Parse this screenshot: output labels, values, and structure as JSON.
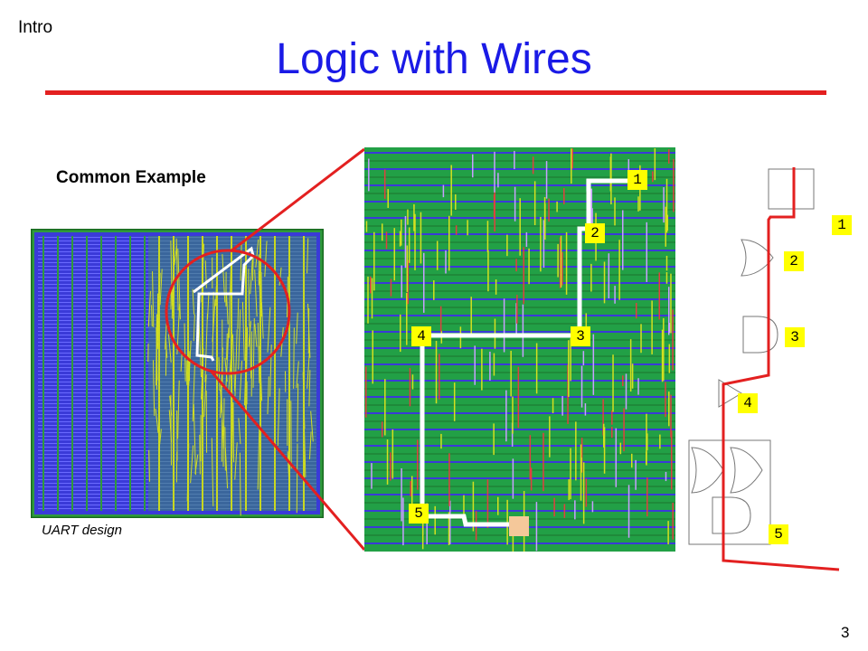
{
  "section_label": "Intro",
  "title": "Logic with Wires",
  "subtitle": "Common Example",
  "caption": "UART design",
  "page_number": "3",
  "path_labels": [
    "1",
    "2",
    "3",
    "4",
    "5"
  ],
  "colors": {
    "title": "#1a1ae6",
    "accent_red": "#e32020",
    "label_bg": "#ffff00",
    "layout_green": "#22a046",
    "layout_blue": "#3a3ad8"
  }
}
